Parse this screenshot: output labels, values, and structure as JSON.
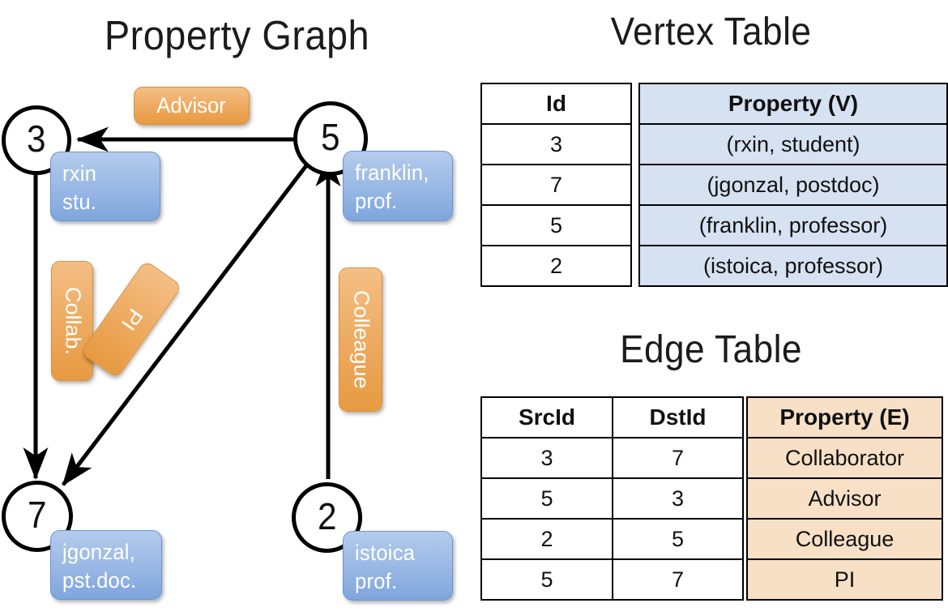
{
  "titles": {
    "property_graph": "Property Graph",
    "vertex_table": "Vertex Table",
    "edge_table": "Edge Table"
  },
  "graph": {
    "nodes": [
      {
        "id": "3",
        "name": "rxin",
        "role": "stu."
      },
      {
        "id": "5",
        "name": "franklin,",
        "role": "prof."
      },
      {
        "id": "7",
        "name": "jgonzal,",
        "role": "pst.doc."
      },
      {
        "id": "2",
        "name": "istoica",
        "role": "prof."
      }
    ],
    "edge_labels": [
      {
        "key": "advisor",
        "text": "Advisor"
      },
      {
        "key": "collab",
        "text": "Collab."
      },
      {
        "key": "pi",
        "text": "PI"
      },
      {
        "key": "colleague",
        "text": "Colleague"
      }
    ]
  },
  "vertex_table": {
    "headers": [
      "Id",
      "Property (V)"
    ],
    "rows": [
      {
        "id": "3",
        "property": "(rxin, student)"
      },
      {
        "id": "7",
        "property": "(jgonzal, postdoc)"
      },
      {
        "id": "5",
        "property": "(franklin, professor)"
      },
      {
        "id": "2",
        "property": "(istoica, professor)"
      }
    ]
  },
  "edge_table": {
    "headers": [
      "SrcId",
      "DstId",
      "Property (E)"
    ],
    "rows": [
      {
        "src": "3",
        "dst": "7",
        "property": "Collaborator"
      },
      {
        "src": "5",
        "dst": "3",
        "property": "Advisor"
      },
      {
        "src": "2",
        "dst": "5",
        "property": "Colleague"
      },
      {
        "src": "5",
        "dst": "7",
        "property": "PI"
      }
    ]
  },
  "colors": {
    "vertex_fill": "#d6e1f2",
    "edge_fill": "#f7e0c6",
    "node_box": "#9dbbe6",
    "edge_label_box": "#eeab62",
    "stroke": "#000000"
  }
}
